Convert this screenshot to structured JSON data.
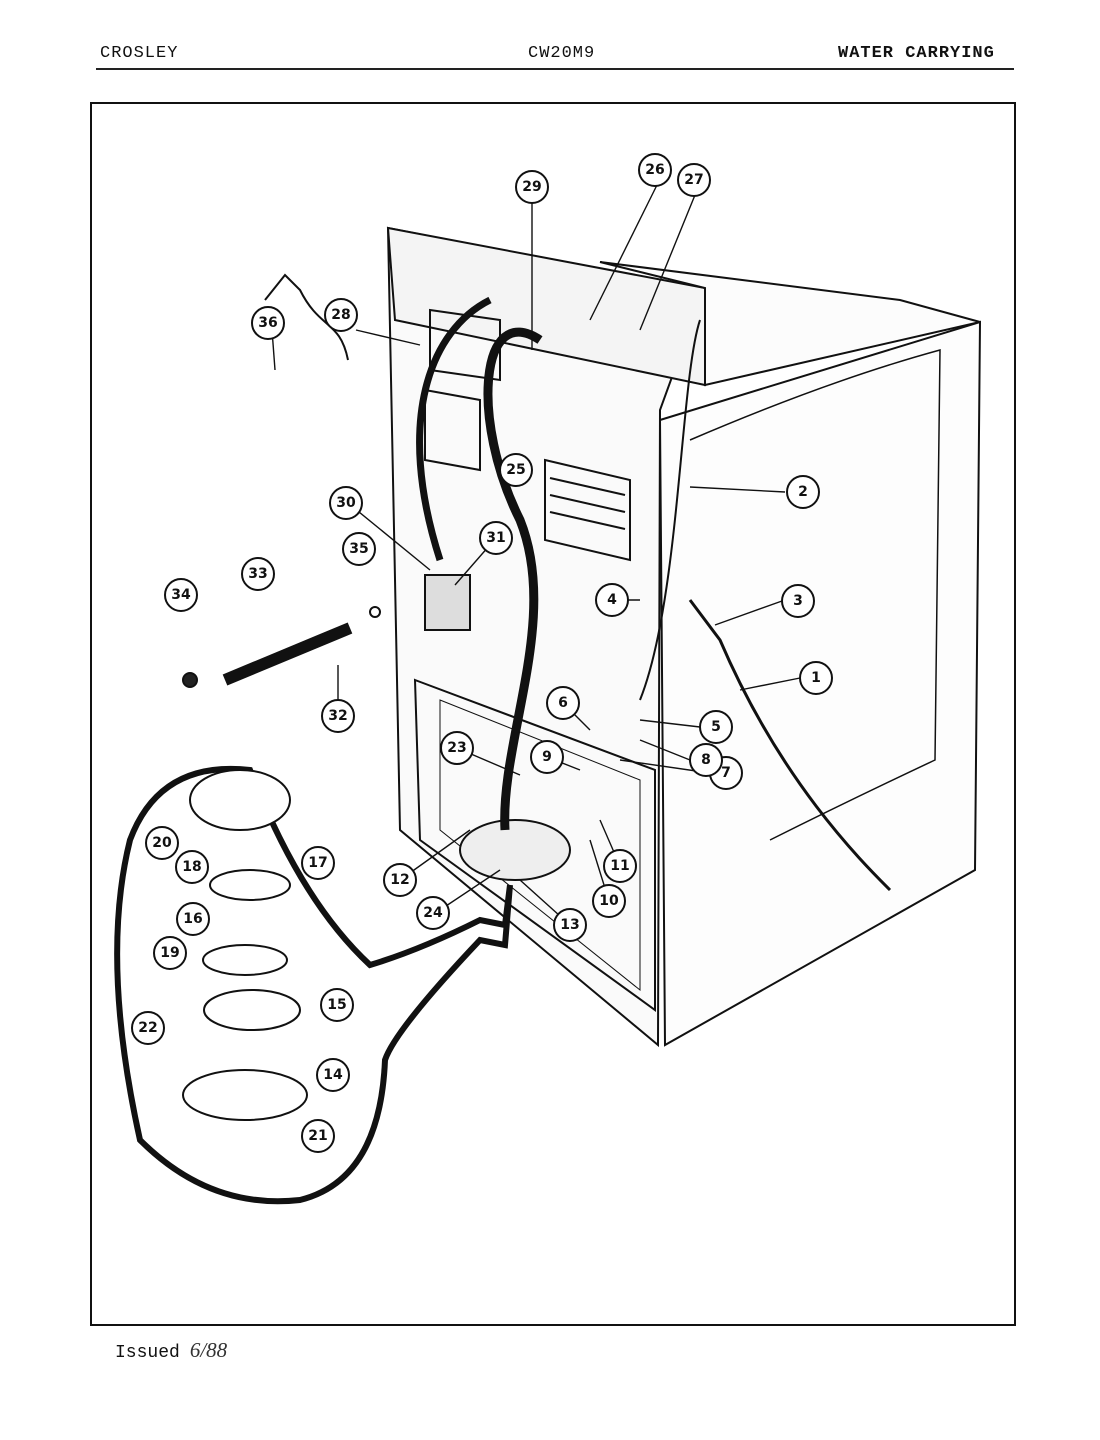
{
  "header": {
    "brand": "CROSLEY",
    "model": "CW20M9",
    "section": "WATER CARRYING"
  },
  "footer": {
    "issued_label": "Issued",
    "issued_date": "6/88"
  },
  "callouts": [
    "1",
    "2",
    "3",
    "4",
    "5",
    "6",
    "7",
    "8",
    "9",
    "10",
    "11",
    "12",
    "13",
    "14",
    "15",
    "16",
    "17",
    "18",
    "19",
    "20",
    "21",
    "22",
    "23",
    "24",
    "25",
    "26",
    "27",
    "28",
    "29",
    "30",
    "31",
    "32",
    "33",
    "34",
    "35",
    "36"
  ]
}
